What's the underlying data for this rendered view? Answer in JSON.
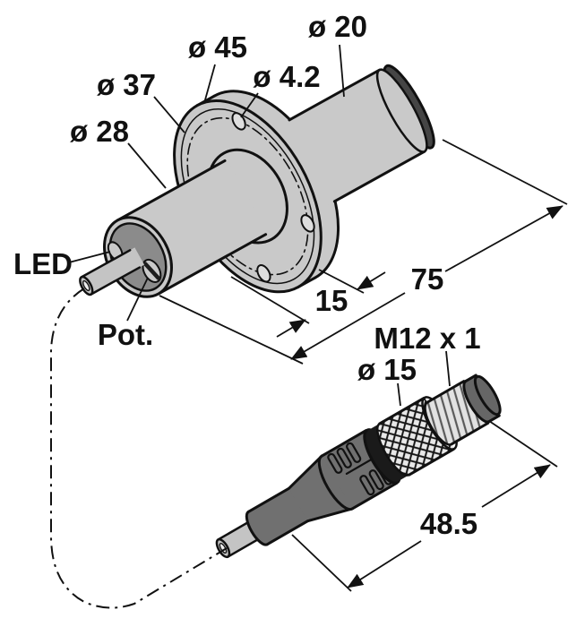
{
  "diagram": {
    "kind": "technical dimension drawing of flange sensor with M12 connector",
    "background": "#ffffff",
    "line_color": "#111111"
  },
  "sensor": {
    "labels": {
      "flange_diameter": "ø 45",
      "barrel_diameter": "ø 20",
      "bolt_circle_diameter": "ø 37",
      "hole_diameter": "ø 4.2",
      "head_diameter": "ø 28",
      "led": "LED",
      "pot": "Pot."
    },
    "dimensions": {
      "flange_thickness": "15",
      "body_length": "75"
    },
    "colors": {
      "body": "#c9c9c9",
      "face": "#8b8b8b",
      "rear_cap": "#454545",
      "cable": "#c4c4c4"
    }
  },
  "connector": {
    "labels": {
      "thread_spec": "M12 x 1",
      "body_diameter": "ø 15"
    },
    "dimensions": {
      "length": "48.5"
    },
    "colors": {
      "body": "#707070",
      "locking_ring": "#1a1a1a",
      "knurl": "#e8e8e8",
      "thread": "#e2e2e2",
      "tip": "#666666",
      "cable": "#c4c4c4"
    }
  }
}
